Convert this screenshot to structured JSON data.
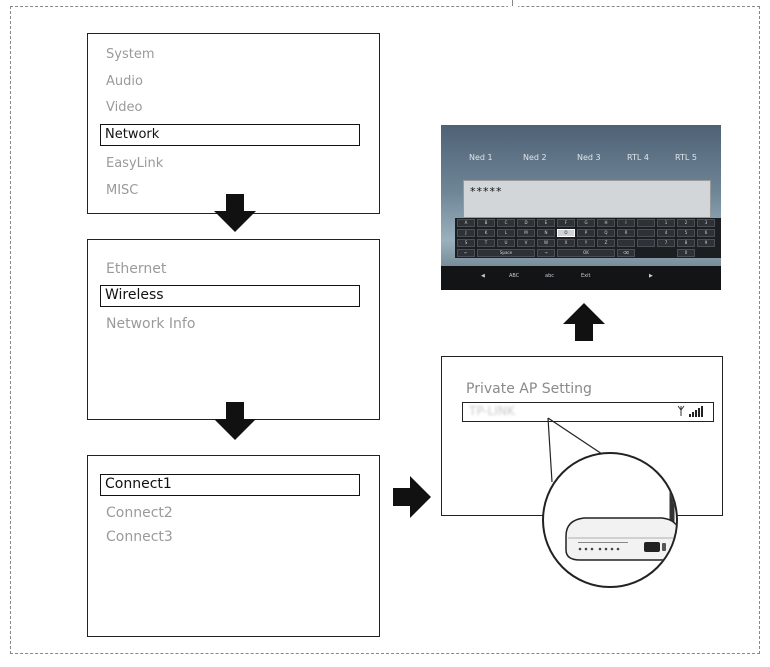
{
  "panel1": {
    "items": [
      "System",
      "Audio",
      "Video",
      "Network",
      "EasyLink",
      "MISC"
    ],
    "selected_index": 3
  },
  "panel2": {
    "items": [
      "Ethernet",
      "Wireless",
      "Network Info"
    ],
    "selected_index": 1
  },
  "panel3": {
    "items": [
      "Connect1",
      "Connect2",
      "Connect3"
    ],
    "selected_index": 0
  },
  "ap_panel": {
    "title": "Private AP Setting",
    "ssid": "TP-LINK"
  },
  "tv": {
    "channels": [
      "Ned 1",
      "Ned 2",
      "Ned 3",
      "RTL 4",
      "RTL 5"
    ],
    "password": "*****",
    "keyboard_rows": [
      [
        "A",
        "B",
        "C",
        "D",
        "E",
        "F",
        "G",
        "H",
        "I",
        "",
        "1",
        "2",
        "3"
      ],
      [
        "J",
        "K",
        "L",
        "M",
        "N",
        "O",
        "P",
        "Q",
        "R",
        "",
        "4",
        "5",
        "6"
      ],
      [
        "S",
        "T",
        "U",
        "V",
        "W",
        "X",
        "Y",
        "Z",
        "",
        "",
        "7",
        "8",
        "9"
      ]
    ],
    "key_space": "Space",
    "key_ok": "OK",
    "key_zero": "0",
    "bottom_bar": [
      "ABC",
      "abc",
      "Exit"
    ]
  },
  "colors": {
    "selected_border": "#111111",
    "item_grey": "#9a9a9a",
    "arrow": "#111111"
  }
}
